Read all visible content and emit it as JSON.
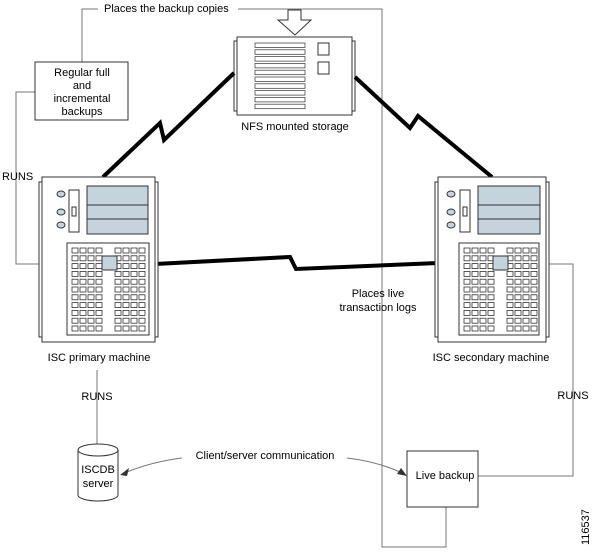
{
  "labels": {
    "places_backup": "Places the backup copies",
    "regular_backups": [
      "Regular full",
      "and",
      "incremental",
      "backups"
    ],
    "nfs_storage": "NFS mounted storage",
    "runs_left": "RUNS",
    "runs_primary": "RUNS",
    "runs_secondary": "RUNS",
    "places_live": [
      "Places live",
      "transaction logs"
    ],
    "isc_primary": "ISC primary machine",
    "isc_secondary": "ISC secondary machine",
    "client_server": "Client/server communication",
    "iscdb": [
      "ISCDB",
      "server"
    ],
    "live_backup": "Live backup",
    "figure_id": "116537"
  }
}
